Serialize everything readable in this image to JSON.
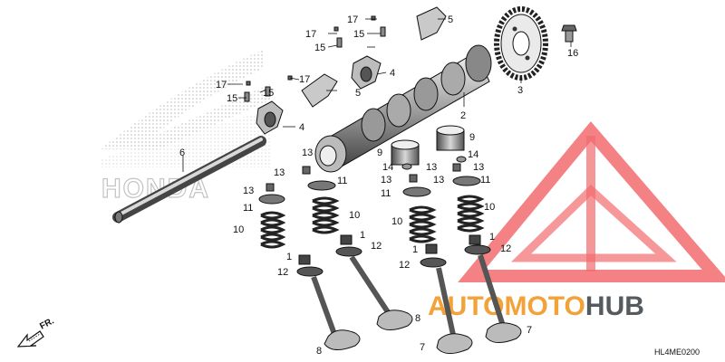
{
  "diagram": {
    "code": "HL4ME0200",
    "direction": "FR."
  },
  "watermark": {
    "honda": "HONDA",
    "brand_part1": "AUTOMOTO",
    "brand_part2": "HUB",
    "colors": {
      "red": "#e8434b",
      "orange": "#f3a23a",
      "dark": "#555a5e"
    }
  },
  "labels": [
    "1",
    "2",
    "3",
    "4",
    "5",
    "6",
    "7",
    "8",
    "9",
    "10",
    "11",
    "12",
    "13",
    "14",
    "15",
    "16",
    "17"
  ]
}
